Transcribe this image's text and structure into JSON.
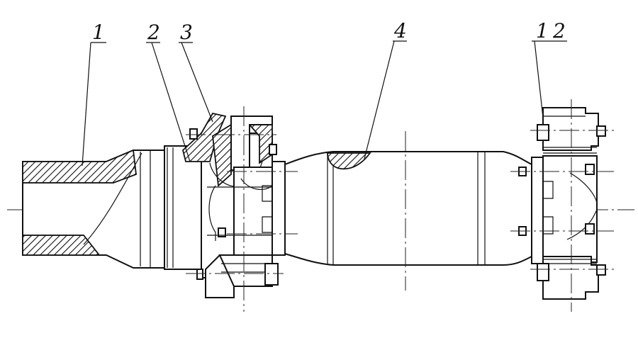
{
  "callouts": {
    "c1": "1",
    "c2": "2",
    "c3": "3",
    "c4": "4",
    "c12a": "1",
    "c12b": "2"
  }
}
